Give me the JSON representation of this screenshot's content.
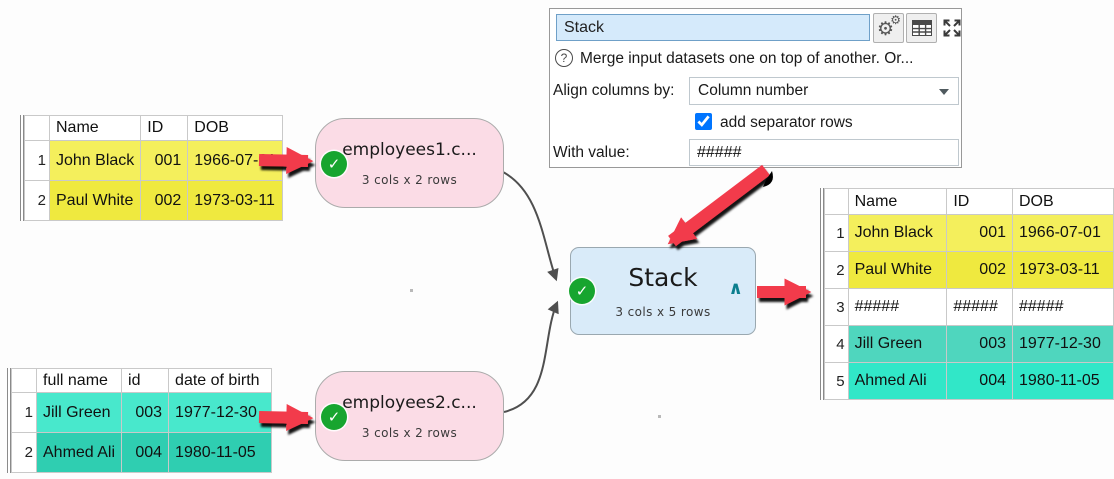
{
  "panel": {
    "name_input": {
      "value": "Stack"
    },
    "help": {
      "icon": "?",
      "text": "Merge input datasets one on top of another. Or..."
    },
    "align_row": {
      "label": "Align columns by:",
      "value": "Column number"
    },
    "separator_row": {
      "checked": "true",
      "label": "add separator rows"
    },
    "with_value_row": {
      "label": "With value:",
      "value": "#####"
    }
  },
  "nodes": {
    "input1": {
      "title": "employees1.c...",
      "subtitle": "3 cols x 2 rows",
      "status_icon": "✓"
    },
    "input2": {
      "title": "employees2.c...",
      "subtitle": "3 cols x 2 rows",
      "status_icon": "✓"
    },
    "stack": {
      "title": "Stack",
      "subtitle": "3 cols x 5 rows",
      "status_icon": "✓",
      "collapse_glyph": "∧"
    }
  },
  "tables": {
    "source1": {
      "headers": [
        "Name",
        "ID",
        "DOB"
      ],
      "rows": [
        {
          "n": "1",
          "cells": [
            "John Black",
            "001",
            "1966-07-01"
          ],
          "bg": "#F4EF5C",
          "aligns": [
            "l",
            "r",
            "l"
          ]
        },
        {
          "n": "2",
          "cells": [
            "Paul White",
            "002",
            "1973-03-11"
          ],
          "bg": "#EFE93F",
          "aligns": [
            "l",
            "r",
            "l"
          ]
        }
      ]
    },
    "source2": {
      "headers": [
        "full name",
        "id",
        "date of birth"
      ],
      "rows": [
        {
          "n": "1",
          "cells": [
            "Jill Green",
            "003",
            "1977-12-30"
          ],
          "bg": "#48E8CC",
          "aligns": [
            "l",
            "r",
            "l"
          ]
        },
        {
          "n": "2",
          "cells": [
            "Ahmed Ali",
            "004",
            "1980-11-05"
          ],
          "bg": "#2FCEB1",
          "aligns": [
            "l",
            "r",
            "l"
          ]
        }
      ]
    },
    "result": {
      "headers": [
        "Name",
        "ID",
        "DOB"
      ],
      "rows": [
        {
          "n": "1",
          "cells": [
            "John Black",
            "001",
            "1966-07-01"
          ],
          "bg": "#F4EF5C",
          "aligns": [
            "l",
            "r",
            "l"
          ]
        },
        {
          "n": "2",
          "cells": [
            "Paul White",
            "002",
            "1973-03-11"
          ],
          "bg": "#EFE93F",
          "aligns": [
            "l",
            "r",
            "l"
          ]
        },
        {
          "n": "3",
          "cells": [
            "#####",
            "#####",
            "#####"
          ],
          "bg": "#FFFFFF",
          "aligns": [
            "l",
            "l",
            "l"
          ]
        },
        {
          "n": "4",
          "cells": [
            "Jill Green",
            "003",
            "1977-12-30"
          ],
          "bg": "#4FD6BE",
          "aligns": [
            "l",
            "r",
            "l"
          ]
        },
        {
          "n": "5",
          "cells": [
            "Ahmed Ali",
            "004",
            "1980-11-05"
          ],
          "bg": "#31E7C8",
          "aligns": [
            "l",
            "r",
            "l"
          ]
        }
      ]
    }
  },
  "colors": {
    "node_input_bg": "#FBDCE6",
    "node_stack_bg": "#D9EBF9",
    "status_green": "#17A52F",
    "arrow_red": "#F23B4B",
    "connector_gray": "#4F4F4F",
    "name_input_bg": "#D5EAFB",
    "caret_teal": "#0B7E8E"
  }
}
